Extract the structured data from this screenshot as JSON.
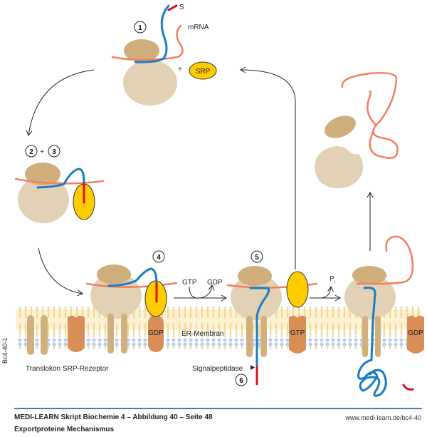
{
  "figure": {
    "title": "Exportproteine Mechanismus",
    "code": "Bc4-40-1"
  },
  "labels": {
    "signal": "S",
    "mrna": "mRNA",
    "plus1": "+",
    "plus2": "+",
    "srp": "SRP",
    "gtp_in": "GTP",
    "gdp_out": "GDP",
    "pi": "P",
    "pi_sub": "i",
    "gdp_receptor_4": "GDP",
    "gtp_receptor_5": "GTP",
    "gdp_receptor_7": "GDP",
    "er_membrane": "ER-Membran",
    "translokon": "Translokon",
    "srp_receptor": "SRP-Rezeptor",
    "signalpeptidase": "Signalpeptidase"
  },
  "steps": [
    "1",
    "2",
    "3",
    "4",
    "5",
    "6"
  ],
  "colors": {
    "ribosome_small": "#e2d1b4",
    "ribosome_large": "#cfae7c",
    "mrna": "#f08060",
    "peptide": "#1a7cc4",
    "signal": "#d8101a",
    "srp": "#ffcc00",
    "receptor": "#d98e55",
    "translocon": "#d2b07e",
    "membrane_head": "#b9cdec",
    "membrane_tail": "#f3d98a",
    "footer_rule": "#4a78b8"
  },
  "footer": {
    "title": "MEDI-LEARN Skript Biochemie 4 – Abbildung 40 – Seite 48",
    "subtitle": "Exportproteine Mechanismus",
    "url": "www.medi-learn.de/bc4-40"
  }
}
